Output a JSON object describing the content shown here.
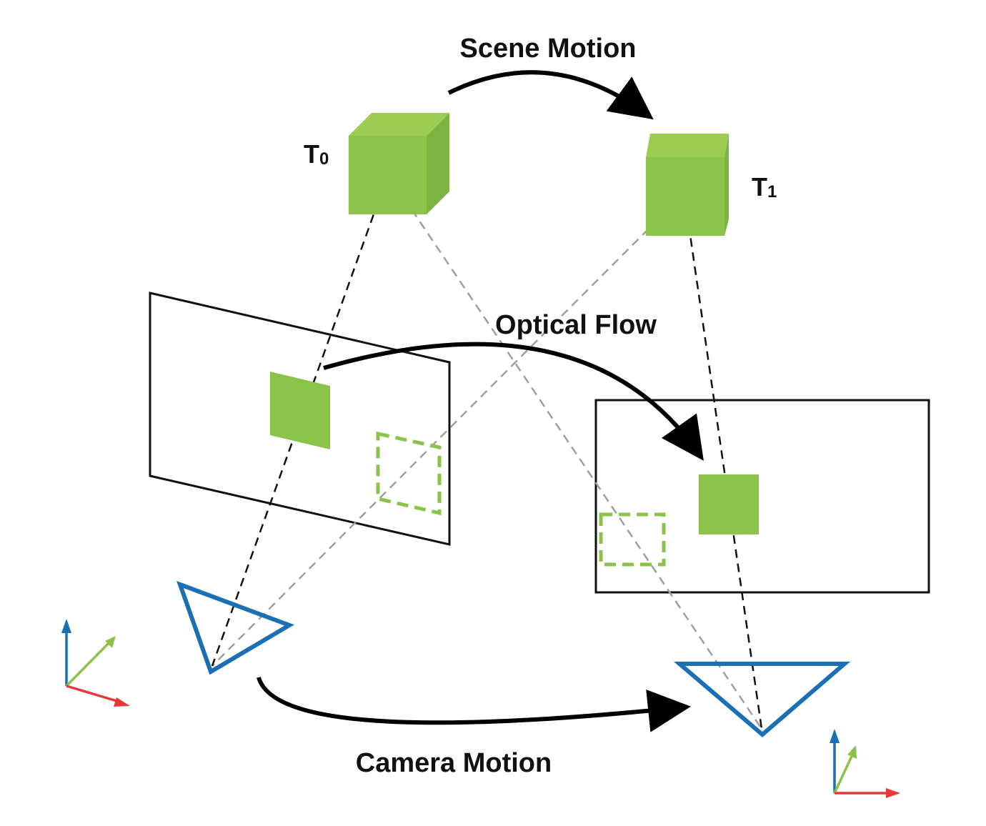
{
  "labels": {
    "scene_motion": "Scene Motion",
    "optical_flow": "Optical Flow",
    "camera_motion": "Camera Motion",
    "t0_letter": "T",
    "t0_sub": "0",
    "t1_letter": "T",
    "t1_sub": "1"
  },
  "colors": {
    "cube_front": "#8bc34a",
    "cube_top": "#9ccc4f",
    "cube_side": "#7cb342",
    "camera": "#1a6fb5",
    "axis_up": "#1a6fb5",
    "axis_depth": "#8bc34a",
    "axis_right": "#e53935",
    "frame": "#111111",
    "projection_dark": "#111111",
    "projection_gray": "#9e9e9e",
    "arrow": "#000000"
  },
  "icons": {
    "camera_t0": "camera-triangle-icon",
    "camera_t1": "camera-triangle-icon",
    "axes": "xyz-axes-icon"
  }
}
